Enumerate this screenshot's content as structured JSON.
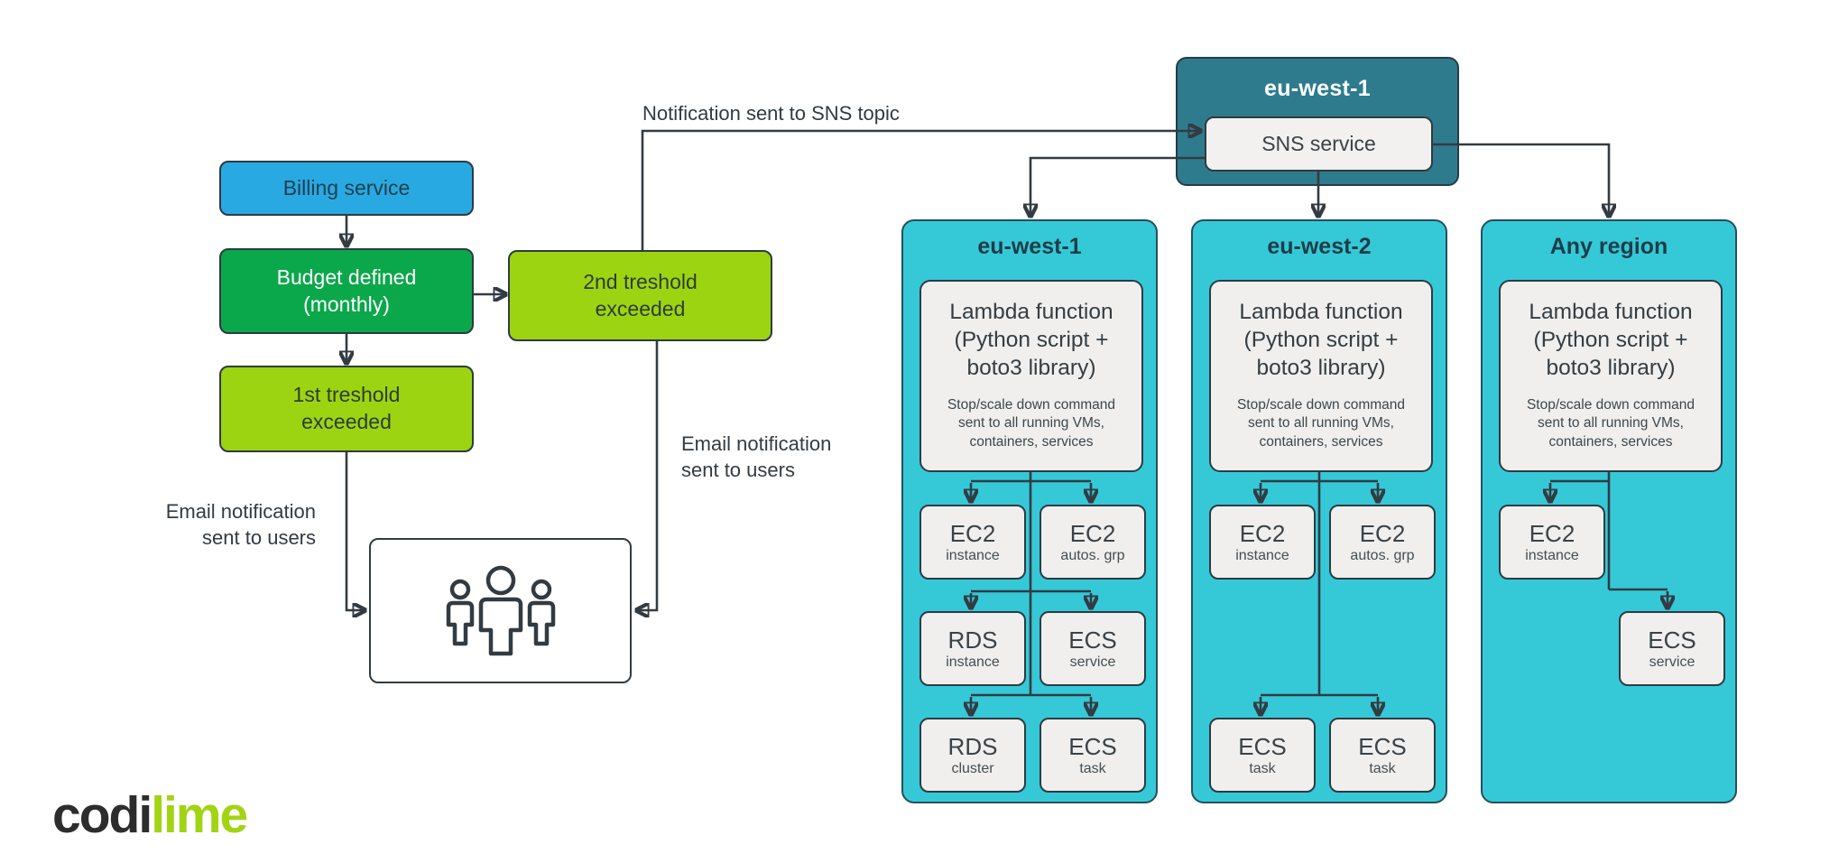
{
  "palette": {
    "blue": "#29a9e1",
    "green": "#0ba84b",
    "lime": "#9dd411",
    "cyan": "#35c9d8",
    "teal": "#2f7b8e",
    "panel_gray": "#f0efed",
    "line": "#333b42",
    "logo_dark": "#2d2d2d",
    "logo_lime": "#a2d414"
  },
  "flow": {
    "billing": "Billing service",
    "budget": "Budget defined\n(monthly)",
    "threshold1": "1st treshold\nexceeded",
    "threshold2": "2nd treshold\nexceeded"
  },
  "annotations": {
    "sns_topic": "Notification sent to SNS topic",
    "email_left": "Email notification\nsent to users",
    "email_right": "Email notification\nsent to users"
  },
  "sns": {
    "region": "eu-west-1",
    "service": "SNS service"
  },
  "lambda_box": {
    "title": "Lambda function\n(Python script +\nboto3 library)",
    "subtitle": "Stop/scale down command\nsent to all running VMs,\ncontainers, services"
  },
  "columns": [
    {
      "header": "eu-west-1",
      "boxes": [
        {
          "title": "EC2",
          "sub": "instance"
        },
        {
          "title": "EC2",
          "sub": "autos. grp"
        },
        {
          "title": "RDS",
          "sub": "instance"
        },
        {
          "title": "ECS",
          "sub": "service"
        },
        {
          "title": "RDS",
          "sub": "cluster"
        },
        {
          "title": "ECS",
          "sub": "task"
        }
      ]
    },
    {
      "header": "eu-west-2",
      "boxes": [
        {
          "title": "EC2",
          "sub": "instance"
        },
        {
          "title": "EC2",
          "sub": "autos. grp"
        },
        {
          "title": "ECS",
          "sub": "task"
        },
        {
          "title": "ECS",
          "sub": "task"
        }
      ]
    },
    {
      "header": "Any region",
      "boxes": [
        {
          "title": "EC2",
          "sub": "instance"
        },
        {
          "title": "ECS",
          "sub": "service"
        }
      ]
    }
  ],
  "logo": {
    "prefix": "codi",
    "suffix": "lime"
  }
}
